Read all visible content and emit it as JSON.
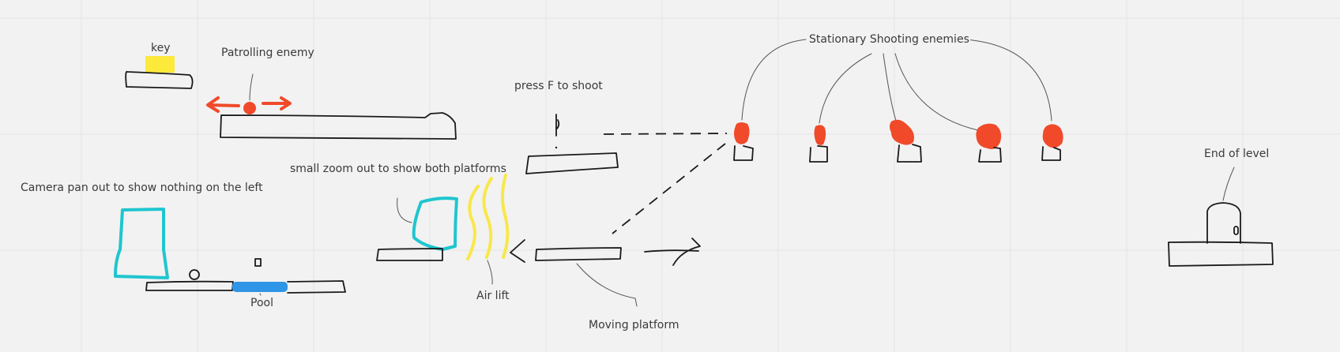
{
  "labels": {
    "key": "key",
    "patrolling_enemy": "Patrolling enemy",
    "press_f": "press F to shoot",
    "stationary_enemies": "Stationary Shooting enemies",
    "camera_pan": "Camera pan out to show nothing on the left",
    "zoom_out": "small zoom out to show both platforms",
    "air_lift": "Air lift",
    "pool": "Pool",
    "moving_platform": "Moving platform",
    "end_of_level": "End of level"
  },
  "colors": {
    "background": "#f2f2f2",
    "grid": "#e4e4e4",
    "ink": "#1a1a1a",
    "enemy": "#f04a2a",
    "key": "#fde93a",
    "air": "#f7e84a",
    "camera": "#1fc6cf",
    "water": "#2f95e6"
  }
}
